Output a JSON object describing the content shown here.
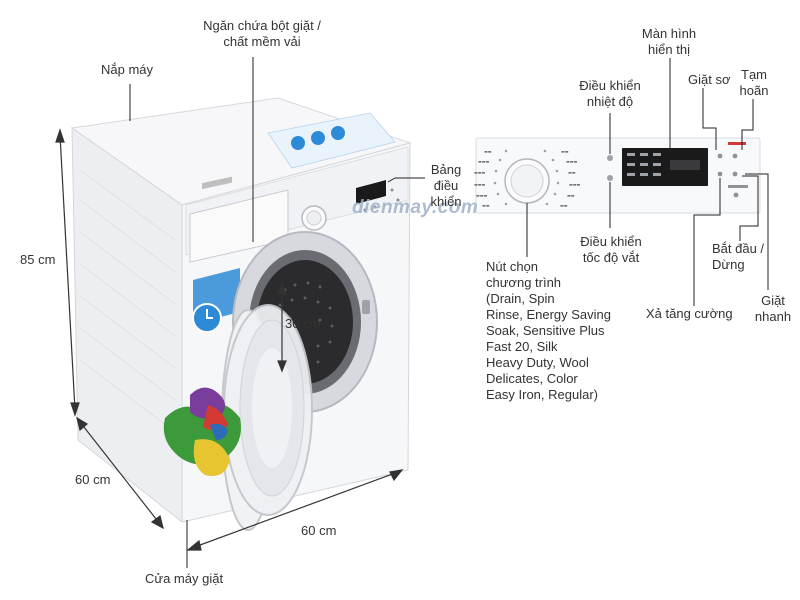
{
  "watermark": "dienmay.com",
  "labels": {
    "lid": "Nắp máy",
    "detergent": "Ngăn chứa bột giặt /\nchất mềm vải",
    "control_panel": "Bảng\nđiều\nkhiển",
    "door": "Cửa máy giặt",
    "height": "85 cm",
    "depth": "60 cm",
    "width": "60 cm",
    "drum": "30 cm",
    "display": "Màn hình\nhiển thị",
    "temp": "Điều khiển\nnhiệt độ",
    "prewash": "Giặt sơ",
    "pause": "Tạm\nhoãn",
    "spin": "Điều khiển\ntốc độ vắt",
    "start": "Bắt đầu /\nDừng",
    "rinse_plus": "Xả tăng cường",
    "quick": "Giặt\nnhanh",
    "program": "Nút chọn\nchương trình\n(Drain, Spin\nRinse, Energy Saving\nSoak, Sensitive Plus\nFast 20, Silk\nHeavy Duty, Wool\nDelicates, Color\nEasy Iron, Regular)"
  },
  "colors": {
    "label_text": "#333333",
    "leader_line": "#222222",
    "machine_body": "#f4f4f6",
    "display_bg": "#1a1a1a",
    "door_seal": "#c9ccd2",
    "accent_blue": "#2d8ad6"
  },
  "panel_programs": [
    "Drain",
    "Spin",
    "Rinse",
    "Energy Saving",
    "Soak",
    "Sensitive Plus",
    "Fast 20",
    "Silk",
    "Heavy Duty",
    "Wool",
    "Delicates",
    "Color",
    "Easy Iron",
    "Regular"
  ]
}
